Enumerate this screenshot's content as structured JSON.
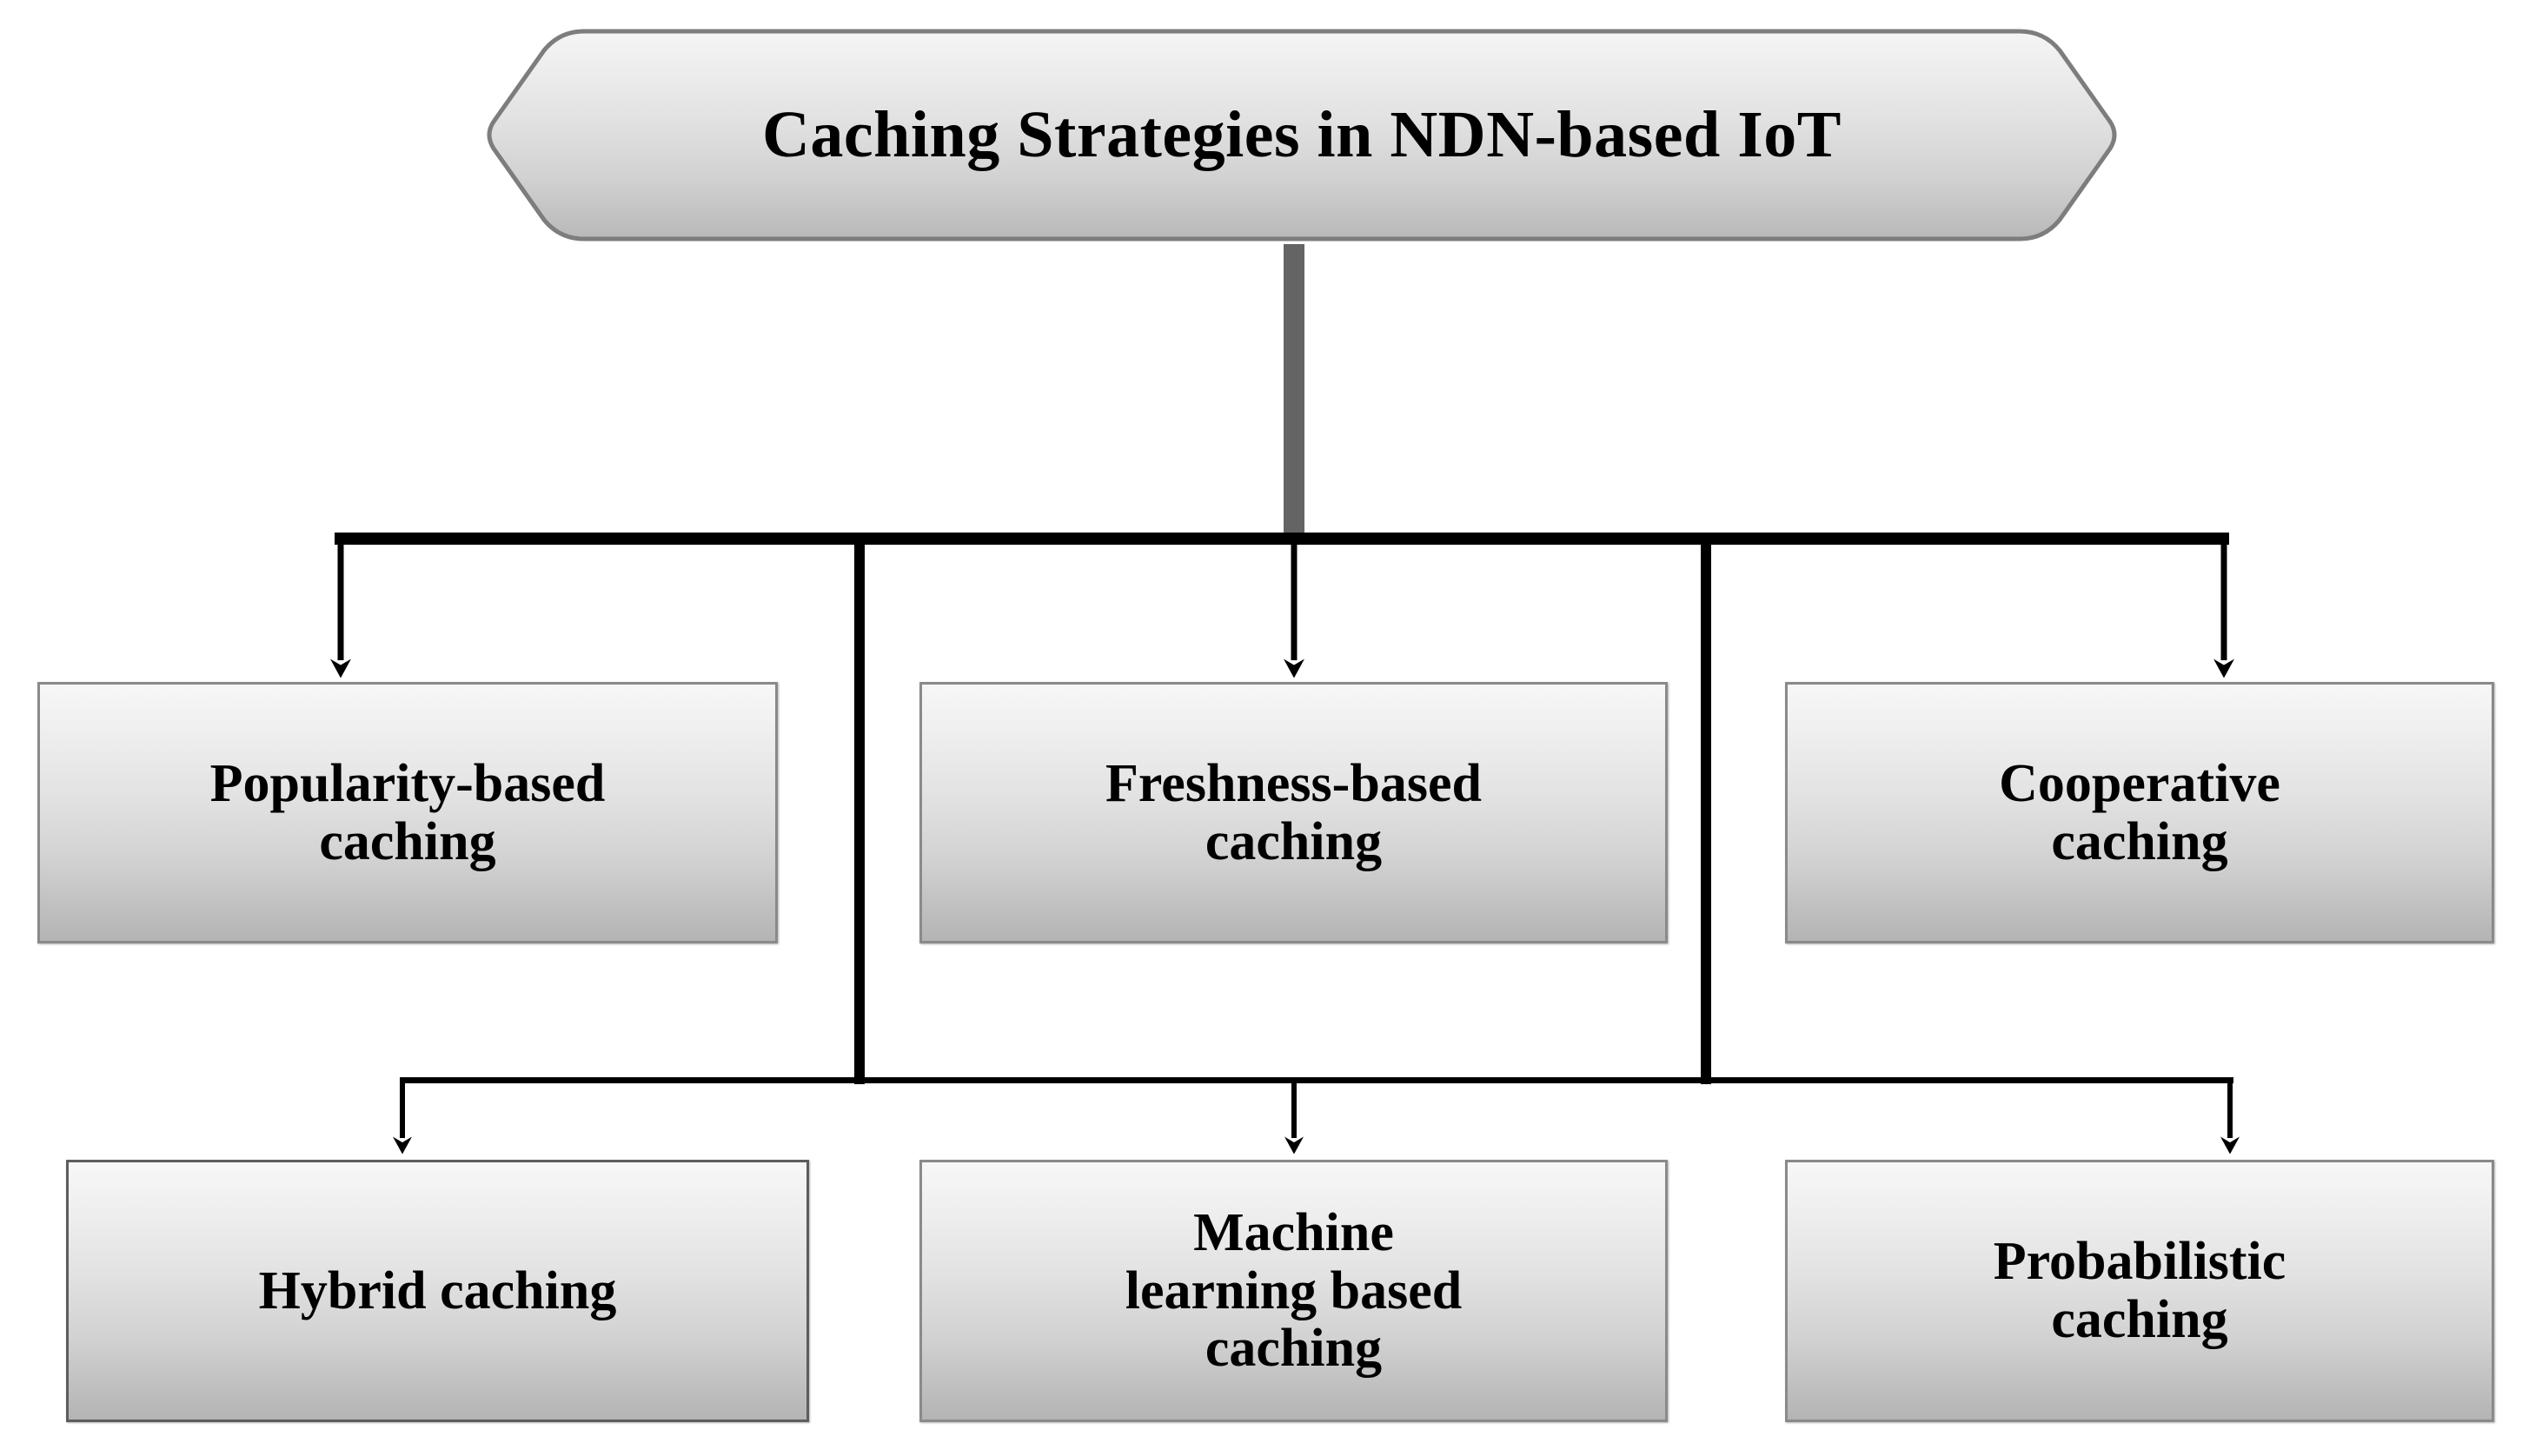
{
  "diagram": {
    "type": "hierarchy-tree",
    "title": "Caching Strategies in NDN-based IoT",
    "root": {
      "label": "Caching Strategies in NDN-based IoT",
      "shape": "rounded-hexagon"
    },
    "level1": [
      {
        "label": "Popularity-based\ncaching"
      },
      {
        "label": "Freshness-based\ncaching"
      },
      {
        "label": "Cooperative\ncaching"
      }
    ],
    "level2": [
      {
        "label": "Hybrid caching"
      },
      {
        "label": "Machine\nlearning based\ncaching"
      },
      {
        "label": "Probabilistic\ncaching"
      }
    ],
    "colors": {
      "trunk": "#646464",
      "bus": "#000000",
      "box_border": "#8a8a8a",
      "box_border_dark": "#5d5d5d",
      "box_fill_top": "#f7f7f7",
      "box_fill_bottom": "#b4b4b4",
      "text": "#000000",
      "background": "#ffffff"
    },
    "connectors": {
      "trunk_label": "root-trunk",
      "upper_bus_label": "level1-bus",
      "lower_bus_label": "level2-bus",
      "arrow_style": "barbed-v"
    }
  }
}
